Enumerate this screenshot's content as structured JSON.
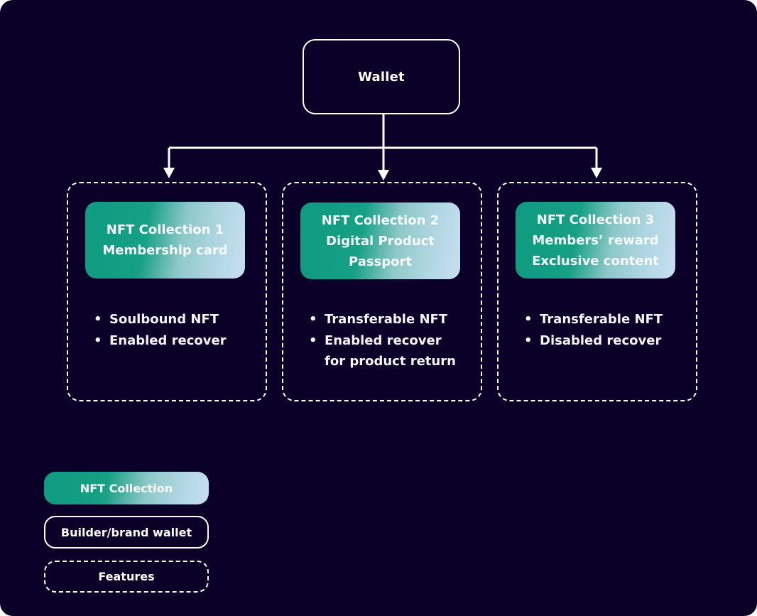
{
  "wallet": {
    "label": "Wallet"
  },
  "features": [
    {
      "collection_lines": [
        "NFT Collection 1",
        "Membership card"
      ],
      "bullets": [
        {
          "text": "Soulbound NFT"
        },
        {
          "text": "Enabled recover"
        }
      ]
    },
    {
      "collection_lines": [
        "NFT Collection 2",
        "Digital Product",
        "Passport"
      ],
      "bullets": [
        {
          "text": "Transferable NFT"
        },
        {
          "text": "Enabled recover",
          "continuation": "for product return"
        }
      ]
    },
    {
      "collection_lines": [
        "NFT Collection 3",
        "Members’ reward",
        "Exclusive content"
      ],
      "bullets": [
        {
          "text": "Transferable NFT"
        },
        {
          "text": "Disabled recover"
        }
      ]
    }
  ],
  "bullet_glyph": "•",
  "legend": {
    "collection": "NFT Collection",
    "wallet": "Builder/brand wallet",
    "features": "Features"
  },
  "colors": {
    "background": "#0b0128",
    "line": "#ffffff",
    "gradient_start": "#0e9b80",
    "gradient_end": "#c7dff0"
  }
}
